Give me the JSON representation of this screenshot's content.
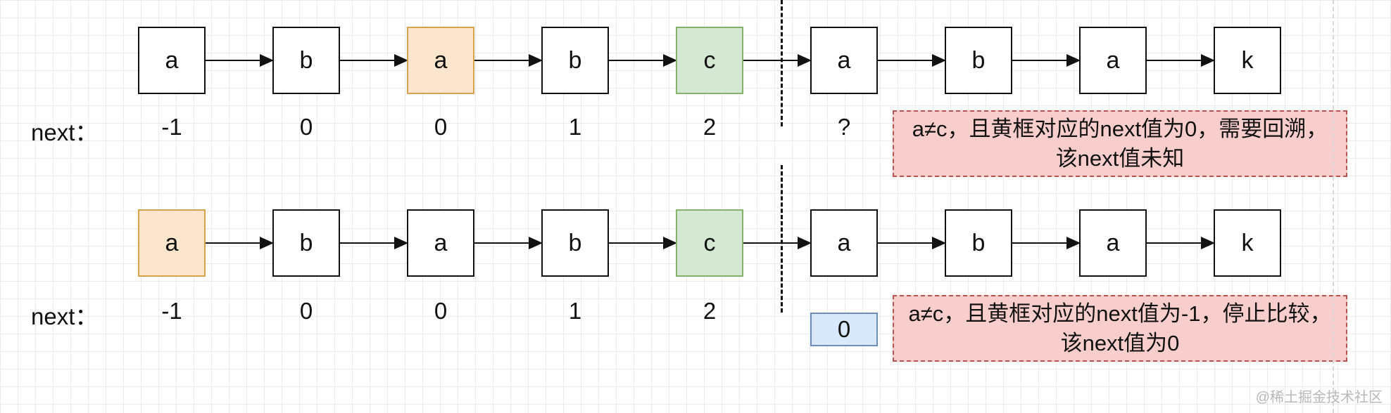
{
  "rows": [
    {
      "nodes": [
        {
          "label": "a",
          "color": ""
        },
        {
          "label": "b",
          "color": ""
        },
        {
          "label": "a",
          "color": "yellow"
        },
        {
          "label": "b",
          "color": ""
        },
        {
          "label": "c",
          "color": "green"
        },
        {
          "label": "a",
          "color": ""
        },
        {
          "label": "b",
          "color": ""
        },
        {
          "label": "a",
          "color": ""
        },
        {
          "label": "k",
          "color": ""
        }
      ],
      "next_label": "next：",
      "next_values": [
        "-1",
        "0",
        "0",
        "1",
        "2",
        "?"
      ],
      "highlight_last": false,
      "note": "a≠c，且黄框对应的next值为0，需要回溯，该next值未知"
    },
    {
      "nodes": [
        {
          "label": "a",
          "color": "yellow"
        },
        {
          "label": "b",
          "color": ""
        },
        {
          "label": "a",
          "color": ""
        },
        {
          "label": "b",
          "color": ""
        },
        {
          "label": "c",
          "color": "green"
        },
        {
          "label": "a",
          "color": ""
        },
        {
          "label": "b",
          "color": ""
        },
        {
          "label": "a",
          "color": ""
        },
        {
          "label": "k",
          "color": ""
        }
      ],
      "next_label": "next：",
      "next_values": [
        "-1",
        "0",
        "0",
        "1",
        "2",
        "0"
      ],
      "highlight_last": true,
      "note": "a≠c，且黄框对应的next值为-1，停止比较，该next值为0"
    }
  ],
  "colors": {
    "yellow_fill": "#fbe6cd",
    "green_fill": "#d5e8d4",
    "note_fill": "#f8cecc",
    "next_box_fill": "#dae8fc"
  },
  "watermark": "@稀土掘金技术社区"
}
